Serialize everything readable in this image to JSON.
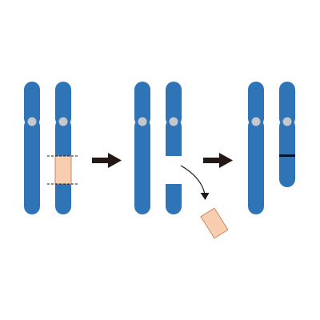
{
  "colors": {
    "chromosome": "#2f74b6",
    "centromere": "#c4c8cc",
    "deleted_segment_fill": "#f9ceb0",
    "deleted_segment_stroke": "#c88a6a",
    "arrow": "#231815",
    "dashed_line": "#231815",
    "deletion_mark": "#111111",
    "background": "#ffffff"
  },
  "stages": [
    {
      "name": "before-deletion",
      "chromosomes": [
        {
          "name": "normal-chromosome"
        },
        {
          "name": "chromosome-with-marked-segment",
          "has_marked_segment": true
        }
      ]
    },
    {
      "name": "segment-removed",
      "chromosomes": [
        {
          "name": "normal-chromosome"
        },
        {
          "name": "chromosome-with-gap",
          "has_gap": true
        }
      ],
      "removed_segment": true
    },
    {
      "name": "after-deletion",
      "chromosomes": [
        {
          "name": "normal-chromosome"
        },
        {
          "name": "shortened-chromosome",
          "has_deletion_mark": true
        }
      ]
    }
  ],
  "transitions": [
    {
      "name": "arrow-1",
      "icon": "right-arrow-icon"
    },
    {
      "name": "arrow-2",
      "icon": "right-arrow-icon"
    }
  ]
}
